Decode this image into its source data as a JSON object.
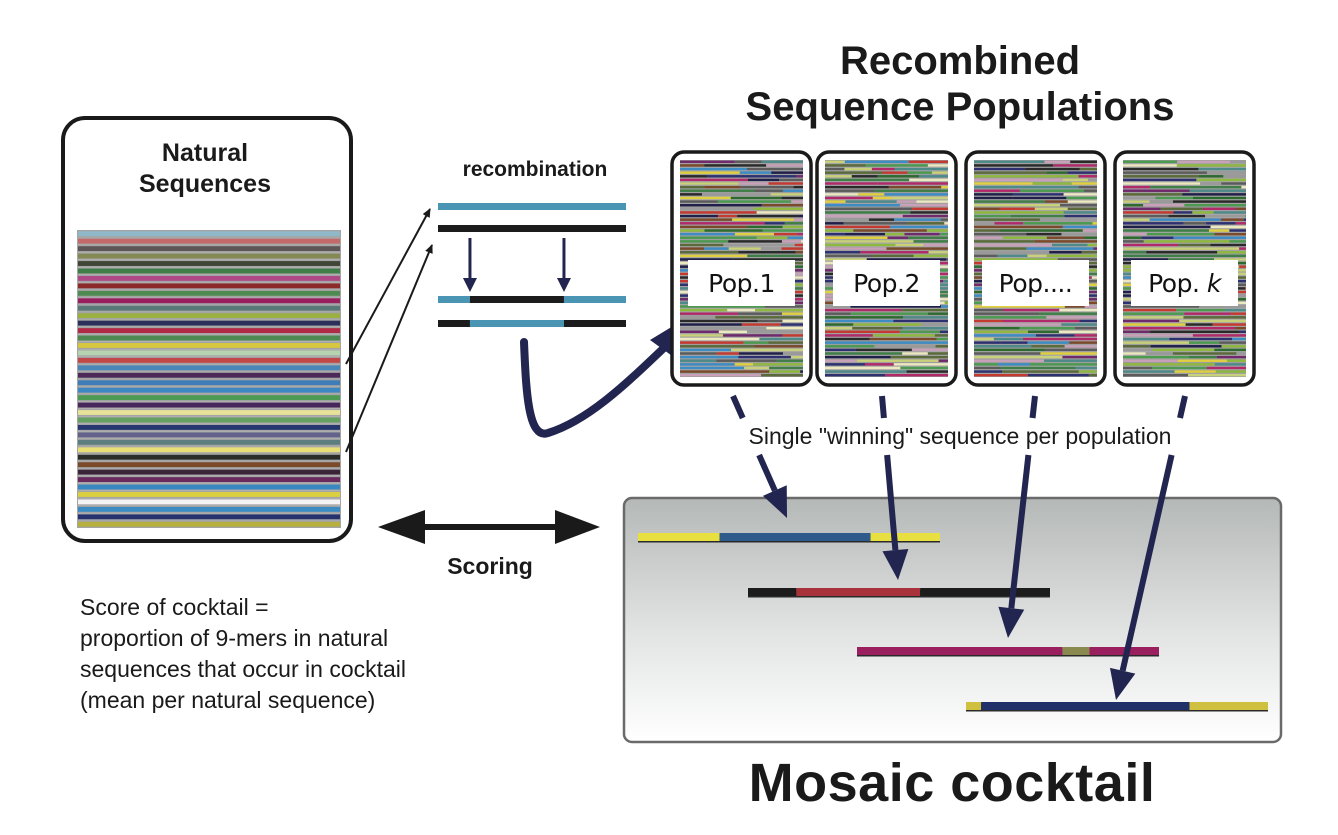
{
  "natural_sequences": {
    "title_line1": "Natural",
    "title_line2": "Sequences",
    "stripe_colors": [
      "#8fb8c8",
      "#c46a6a",
      "#5e5656",
      "#858a55",
      "#3f4636",
      "#3f7e46",
      "#b04a86",
      "#8c2a2a",
      "#4f8a50",
      "#9a1f5e",
      "#5b7878",
      "#9ab042",
      "#2b2f5c",
      "#b02a45",
      "#4c8a52",
      "#d6c640",
      "#b7d4b0",
      "#c24848",
      "#4a86b8",
      "#4b2a5a",
      "#3f7db8",
      "#3d87c2",
      "#4d9a55",
      "#48285c",
      "#e6e29a",
      "#64a060",
      "#263670",
      "#62628a",
      "#5c7e7e",
      "#e8de76",
      "#2a2c28",
      "#7a4a2a",
      "#3a2438",
      "#6a2a5e",
      "#3a88c2",
      "#ddd040",
      "#f4f4f4",
      "#3c8cc4",
      "#263270",
      "#b7b03e"
    ]
  },
  "recombination": {
    "label": "recombination",
    "parent_colors": [
      "#4a94b4",
      "#1c1c1c"
    ],
    "breakpoints": [
      0.17,
      0.67
    ]
  },
  "populations": {
    "title_line1": "Recombined",
    "title_line2": "Sequence Populations",
    "items": [
      {
        "prefix": "Pop.",
        "suffix": "1",
        "italic": false
      },
      {
        "prefix": "Pop.",
        "suffix": "2",
        "italic": false
      },
      {
        "prefix": "Pop.",
        "suffix": "...",
        "italic": false
      },
      {
        "prefix": "Pop.",
        "suffix": "k",
        "italic": true
      }
    ],
    "palette": [
      "#8fb83e",
      "#3d8cc4",
      "#4b9a50",
      "#2d3170",
      "#5c5c5c",
      "#b02a6a",
      "#c8d07a",
      "#c43a30",
      "#2a2a2a",
      "#e0d040",
      "#4e8a8a",
      "#6e2a6a",
      "#9a9a9a",
      "#3f7e46",
      "#ece8c0",
      "#c8a0b8",
      "#2d6a2d",
      "#7a4a2a",
      "#5a6a3a",
      "#1f1f4a"
    ]
  },
  "winning_caption": "Single \"winning\" sequence per population",
  "scoring": {
    "label": "Scoring",
    "description": [
      "Score of cocktail =",
      "proportion of 9-mers in natural",
      "sequences that occur in cocktail",
      "(mean per natural sequence)"
    ]
  },
  "mosaic": {
    "title": "Mosaic cocktail",
    "sequences": [
      {
        "segments": [
          {
            "frac": 0.27,
            "color": "#e8e040"
          },
          {
            "frac": 0.5,
            "color": "#2e5a8c"
          },
          {
            "frac": 0.23,
            "color": "#e8e040"
          }
        ]
      },
      {
        "segments": [
          {
            "frac": 0.16,
            "color": "#1c1c1c"
          },
          {
            "frac": 0.41,
            "color": "#a8323c"
          },
          {
            "frac": 0.43,
            "color": "#1c1c1c"
          }
        ]
      },
      {
        "segments": [
          {
            "frac": 0.68,
            "color": "#9a1f5e"
          },
          {
            "frac": 0.09,
            "color": "#8a8a50"
          },
          {
            "frac": 0.23,
            "color": "#9a1f5e"
          }
        ]
      },
      {
        "segments": [
          {
            "frac": 0.05,
            "color": "#d0c040"
          },
          {
            "frac": 0.69,
            "color": "#22306a"
          },
          {
            "frac": 0.26,
            "color": "#d0c040"
          }
        ]
      }
    ]
  },
  "colors": {
    "arrow_navy": "#22254f",
    "outline": "#1a1a1a"
  }
}
